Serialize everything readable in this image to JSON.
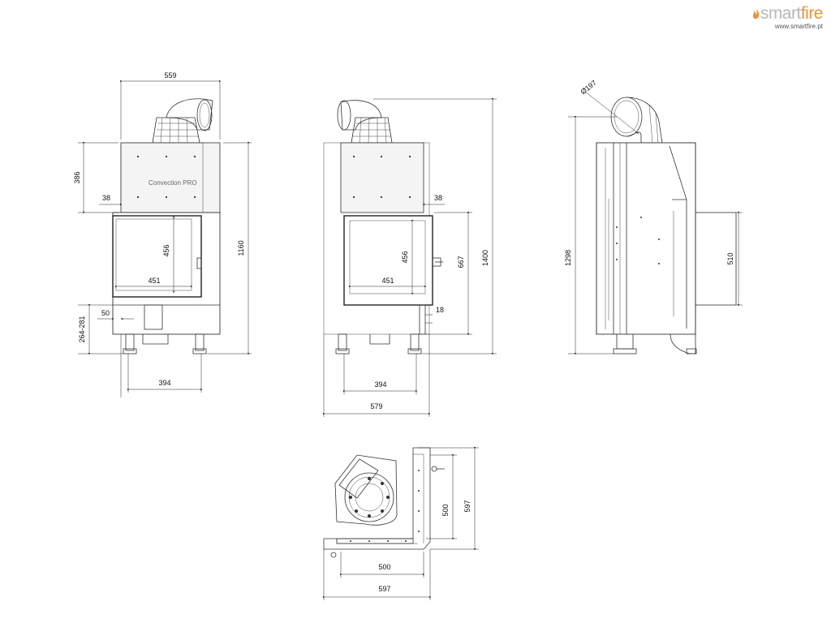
{
  "brand": {
    "name_part1": "smart",
    "name_part2": "fire",
    "url": "www.smartfire.pt",
    "colors": {
      "grey": "#b8b8b8",
      "orange": "#e8943a"
    }
  },
  "product_label": "Convection PRO",
  "front_view": {
    "dims": {
      "top_width": "559",
      "upper_height": "386",
      "left_offset": "38",
      "glass_height": "456",
      "glass_width": "451",
      "foot_inset": "50",
      "foot_height": "264-281",
      "total_height": "1160",
      "feet_span": "394"
    }
  },
  "front_view_2": {
    "dims": {
      "right_offset": "38",
      "glass_height": "456",
      "glass_width": "451",
      "door_height": "667",
      "total_height": "1400",
      "bottom_gap": "18",
      "feet_span": "394",
      "total_width": "579"
    }
  },
  "side_view": {
    "dims": {
      "flue_diameter": "Ø197",
      "total_height": "1298",
      "hood_height": "510"
    }
  },
  "top_view": {
    "dims": {
      "inner_depth": "500",
      "total_depth": "597",
      "inner_width": "500",
      "total_width": "597"
    }
  }
}
